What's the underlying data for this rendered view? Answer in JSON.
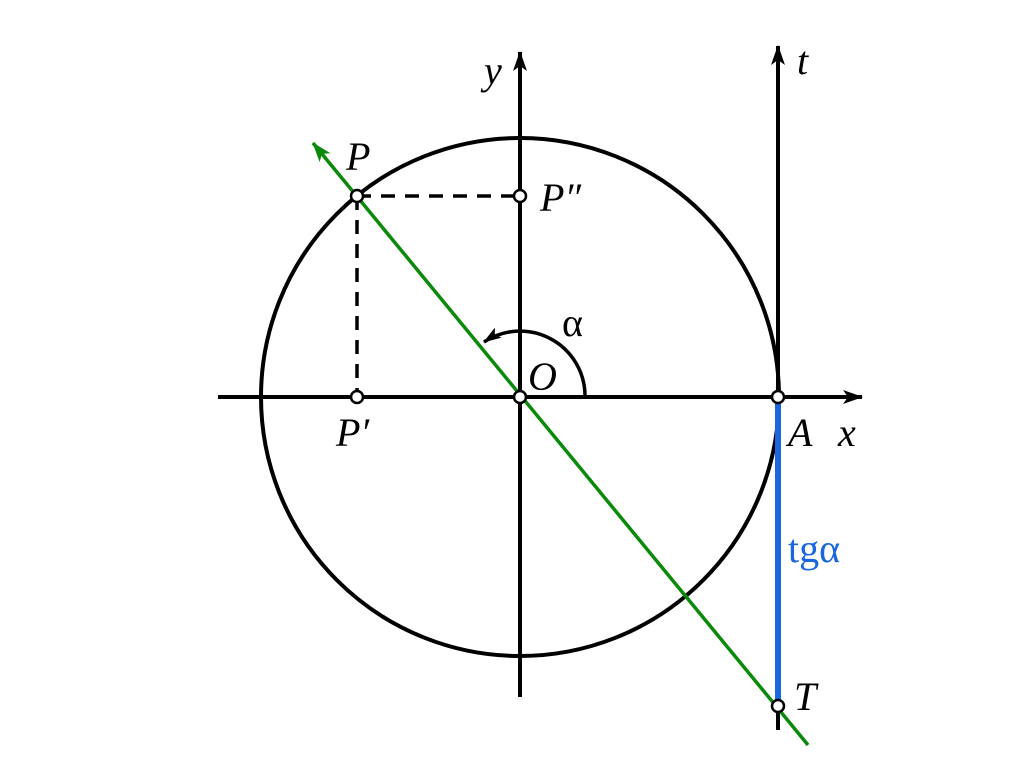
{
  "labels": {
    "y_axis": "y",
    "x_axis": "x",
    "t_axis": "t",
    "origin": "O",
    "point_p": "P",
    "point_p_prime": "P′",
    "point_p_double_prime": "P″",
    "point_a": "A",
    "point_t": "T",
    "angle": "α",
    "tangent_segment": "tgα"
  },
  "colors": {
    "axes": "#000000",
    "circle": "#000000",
    "projections": "#000000",
    "line_op": "#0a8a0a",
    "tangent_segment": "#1a66e0",
    "point_fill": "#ffffff"
  }
}
